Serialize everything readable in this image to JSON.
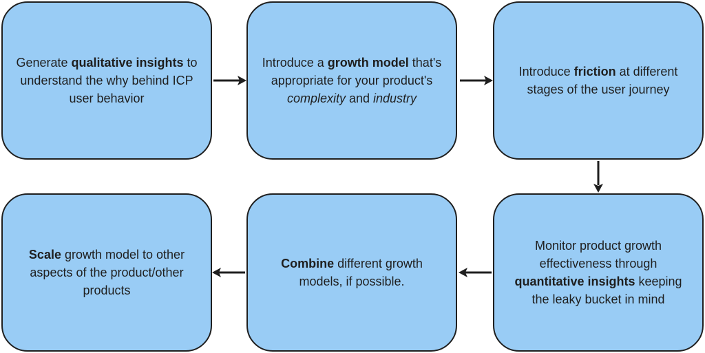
{
  "steps": [
    {
      "pre": "Generate ",
      "b1": "qualitative insights",
      "mid": " to understand the why behind ICP user behavior"
    },
    {
      "pre": "Introduce a ",
      "b1": "growth model",
      "mid": " that's appropriate for your product's ",
      "i1": "complexity",
      "mid2": " and ",
      "i2": "industry"
    },
    {
      "pre": "Introduce ",
      "b1": "friction",
      "mid": " at different stages of the user journey"
    },
    {
      "pre": "Monitor product growth effectiveness through ",
      "b1": "quantitative insights",
      "mid": " keeping the leaky bucket in mind"
    },
    {
      "b1": "Combine",
      "mid": " different growth models, if possible."
    },
    {
      "b1": "Scale",
      "mid": " growth model to other aspects of the product/other products"
    }
  ],
  "colors": {
    "box_fill": "#99ccf5",
    "box_border": "#1f1f1f",
    "arrow": "#1f1f1f"
  }
}
